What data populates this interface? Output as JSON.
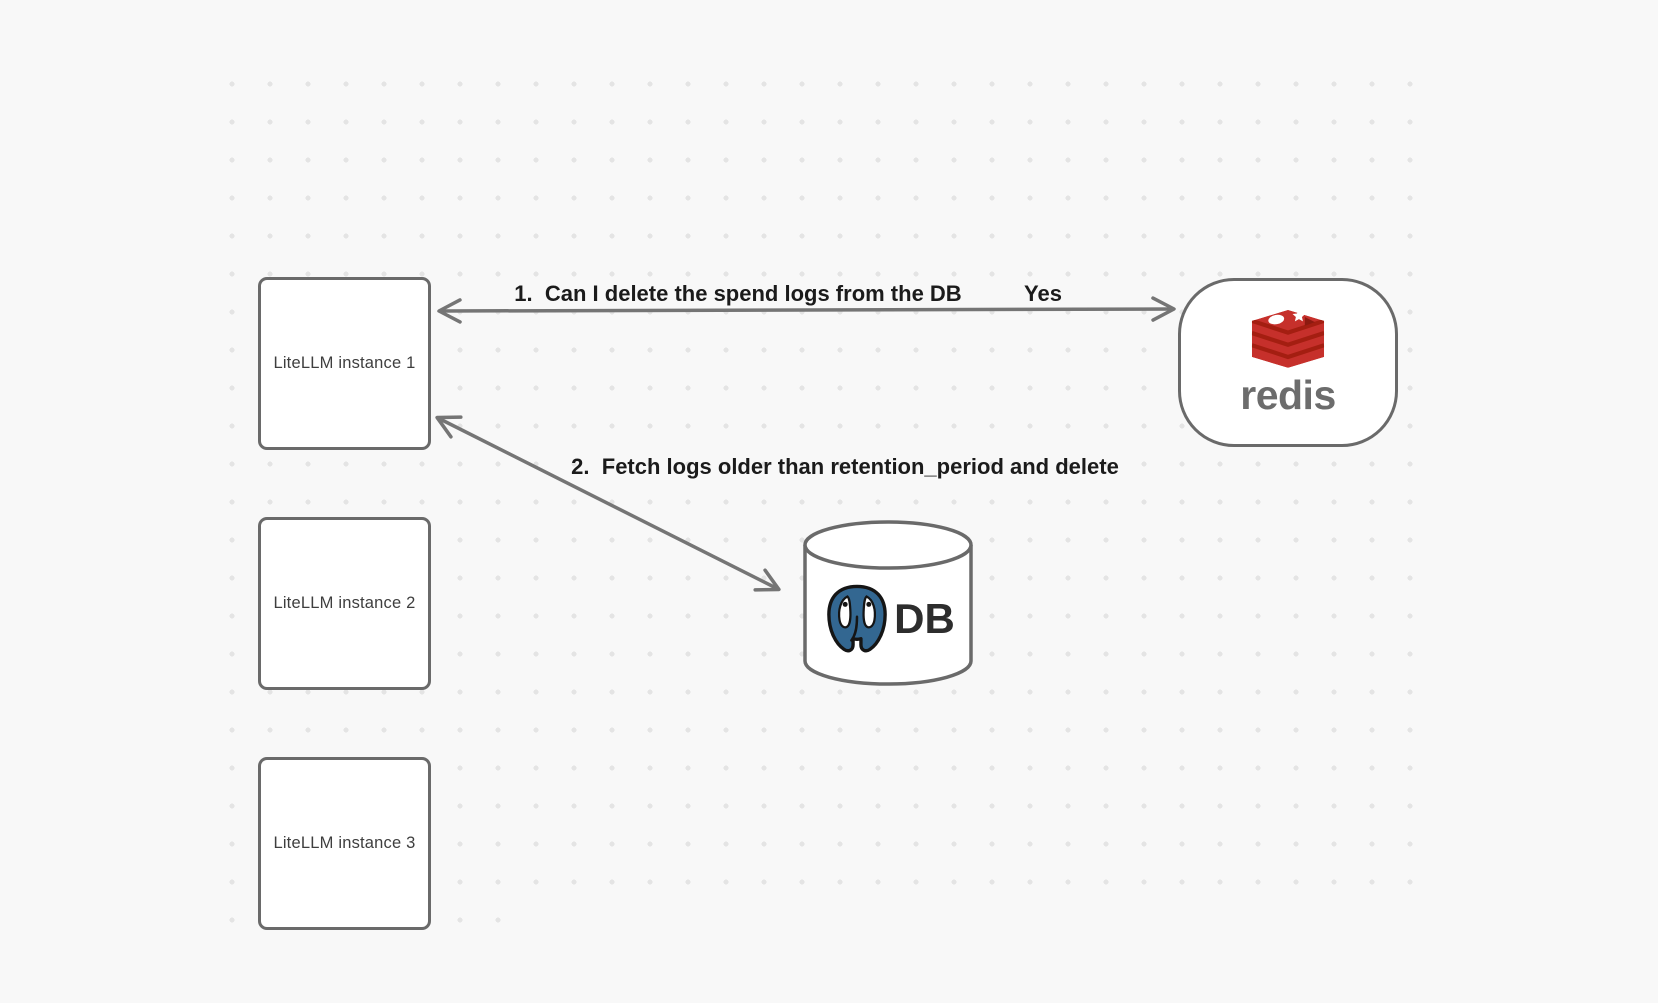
{
  "background": {
    "color": "#f8f8f8",
    "dot_color": "#e4e4e4"
  },
  "instance_nodes": [
    {
      "label": "LiteLLM instance 1"
    },
    {
      "label": "LiteLLM instance 2"
    },
    {
      "label": "LiteLLM instance 3"
    }
  ],
  "redis_node": {
    "wordmark": "redis"
  },
  "db_node": {
    "label": "DB"
  },
  "annotations": {
    "arrow1_label": "1.  Can I delete the spend logs from the DB",
    "arrow1_answer": "Yes",
    "arrow2_label": "2.  Fetch logs older than retention_period and delete"
  },
  "colors": {
    "node_stroke": "#6a6a6a",
    "arrow_stroke": "#757575",
    "annotation_text": "#1b1b1b",
    "node_text": "#3e3e3e",
    "redis_red": "#c6302b",
    "redis_dark_red": "#a41e11",
    "redis_wordmark_gray": "#6c6c6c",
    "postgres_blue": "#336791",
    "db_text": "#2d2d2d"
  }
}
